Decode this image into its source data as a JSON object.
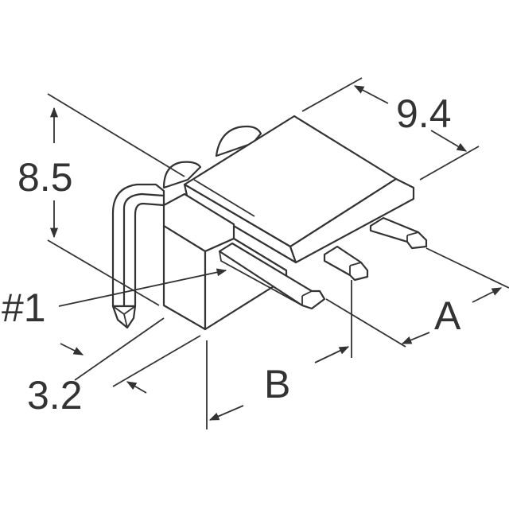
{
  "diagram": {
    "type": "mechanical dimension drawing",
    "subject": "right-angle 3-pin header connector",
    "line_color": "#333333",
    "background": "#ffffff",
    "labels": {
      "height": "8.5",
      "depth": "9.4",
      "pin1": "#1",
      "pin_offset": "3.2",
      "dim_a": "A",
      "dim_b": "B"
    }
  }
}
